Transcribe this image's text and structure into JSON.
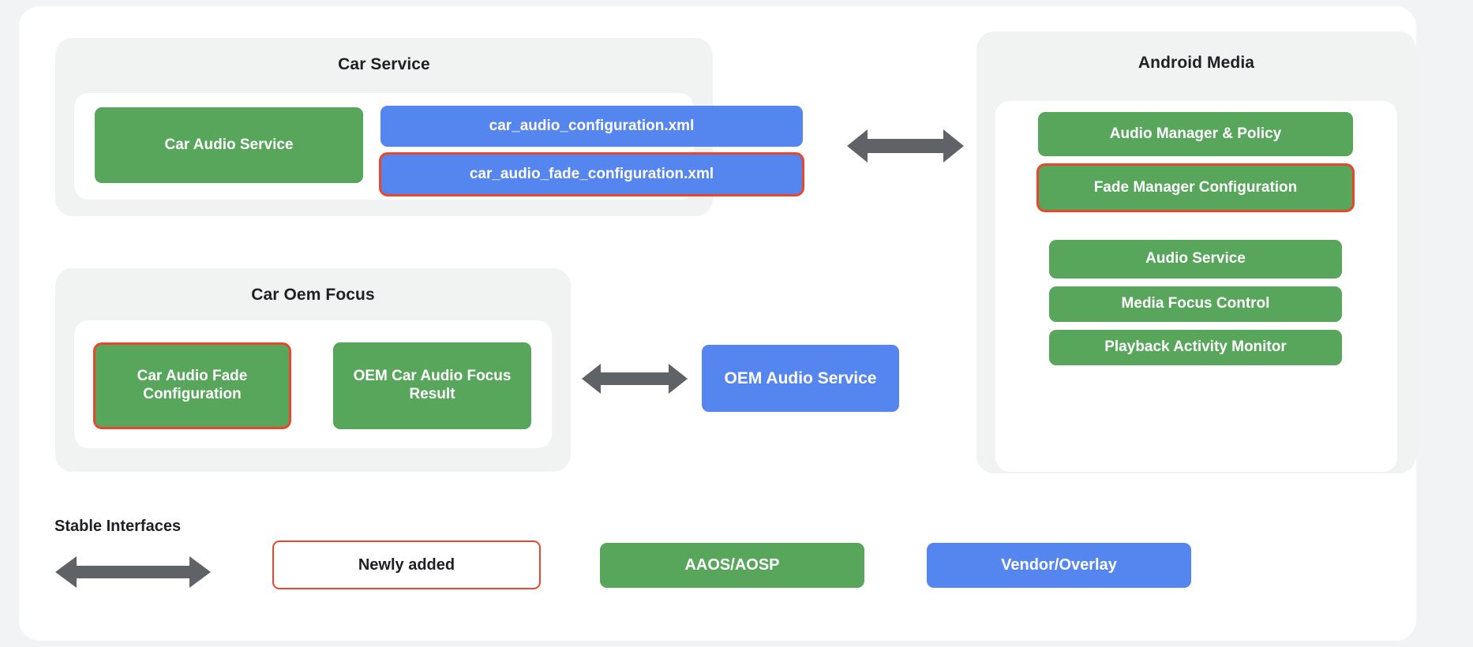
{
  "diagram": {
    "title_hidden": "",
    "colors": {
      "green": "#58a65c",
      "blue": "#5585ee",
      "highlight_red": "#e8472c",
      "arrow_gray": "#5f6368",
      "panel_gray": "#f1f2f2",
      "card_white": "#ffffff",
      "page_background": "#f1f3f4",
      "text_dark": "#1f2023"
    },
    "groups": {
      "car_service": {
        "title": "Car Service",
        "nodes": [
          {
            "label": "Car Audio Service",
            "type": "green",
            "highlighted": false
          },
          {
            "label": "car_audio_configuration.xml",
            "type": "blue",
            "highlighted": false
          },
          {
            "label": "car_audio_fade_configuration.xml",
            "type": "blue",
            "highlighted": true
          }
        ]
      },
      "car_oem_focus": {
        "title": "Car Oem Focus",
        "nodes": [
          {
            "label": "Car Audio Fade Configuration",
            "type": "green",
            "highlighted": true
          },
          {
            "label": "OEM Car Audio Focus Result",
            "type": "green",
            "highlighted": false
          }
        ]
      },
      "android_media": {
        "title": "Android Media",
        "nodes": [
          {
            "label": "Audio Manager & Policy",
            "type": "green",
            "highlighted": false
          },
          {
            "label": "Fade Manager Configuration",
            "type": "green",
            "highlighted": true
          },
          {
            "label": "Audio Service",
            "type": "green",
            "highlighted": false
          },
          {
            "label": "Media Focus Control",
            "type": "green",
            "highlighted": false
          },
          {
            "label": "Playback Activity Monitor",
            "type": "green",
            "highlighted": false
          }
        ]
      }
    },
    "standalone_nodes": [
      {
        "label": "OEM Audio Service",
        "type": "blue",
        "highlighted": false
      }
    ],
    "connectors": [
      {
        "name": "car-service-to-android-media",
        "style": "double-arrow"
      },
      {
        "name": "car-oem-focus-to-oem-audio-service",
        "style": "double-arrow"
      }
    ],
    "legend": {
      "stable_interfaces_label": "Stable Interfaces",
      "items": [
        {
          "label": "Newly added",
          "type": "outline"
        },
        {
          "label": "AAOS/AOSP",
          "type": "green"
        },
        {
          "label": "Vendor/Overlay",
          "type": "blue"
        }
      ]
    }
  }
}
